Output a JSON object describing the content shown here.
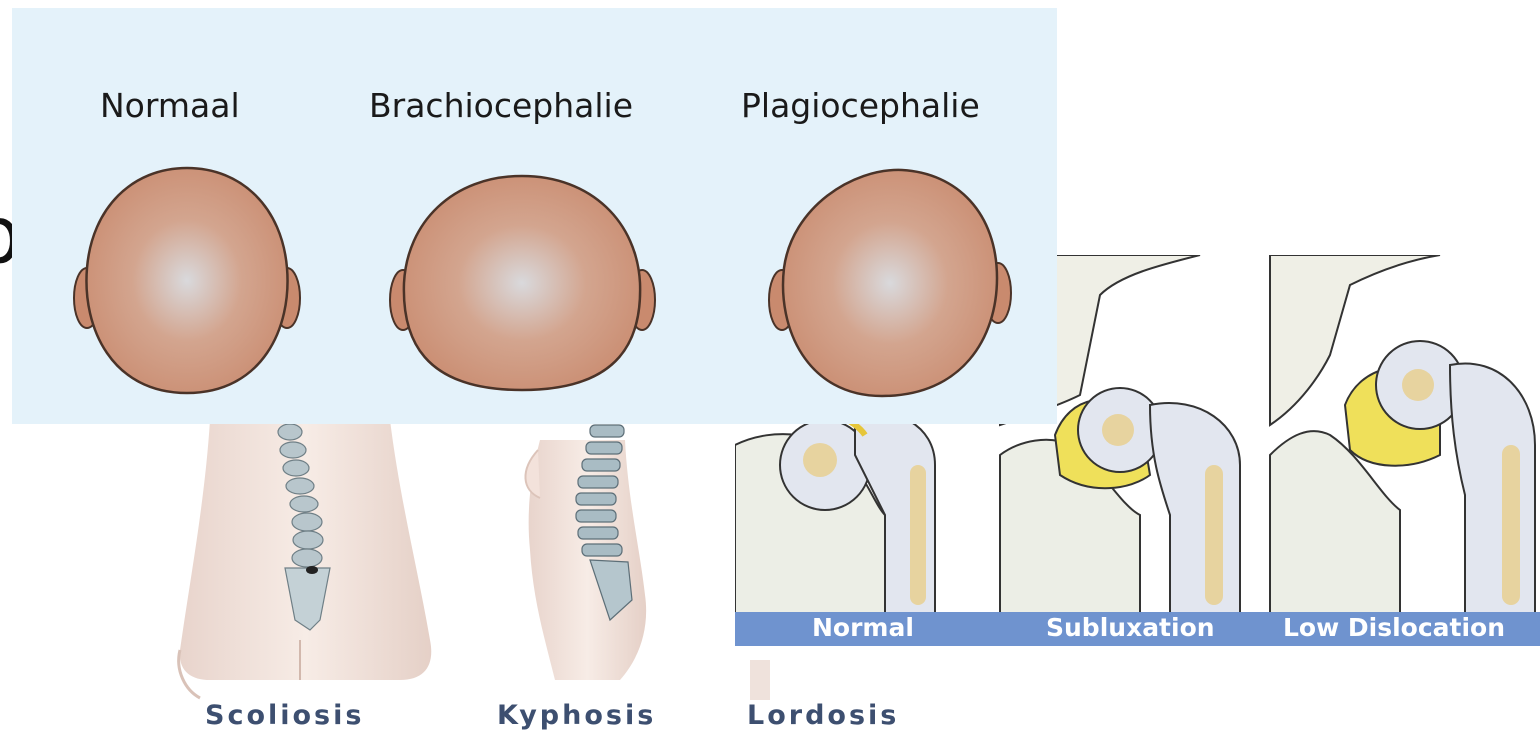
{
  "skull_panel": {
    "labels": [
      "Normaal",
      "Brachiocephalie",
      "Plagiocephalie"
    ]
  },
  "stray_text": "b",
  "spine_panel": {
    "labels": [
      "Scoliosis",
      "Kyphosis",
      "Lordosis"
    ]
  },
  "hip_panel": {
    "labels": [
      "Normal",
      "Subluxation",
      "Low Dislocation"
    ],
    "bar_color": "#6f93cf"
  },
  "colors": {
    "skull_panel_bg": "#e4f2fa",
    "head_skin": "#c98a6e",
    "label_text": "#3d4f70"
  }
}
